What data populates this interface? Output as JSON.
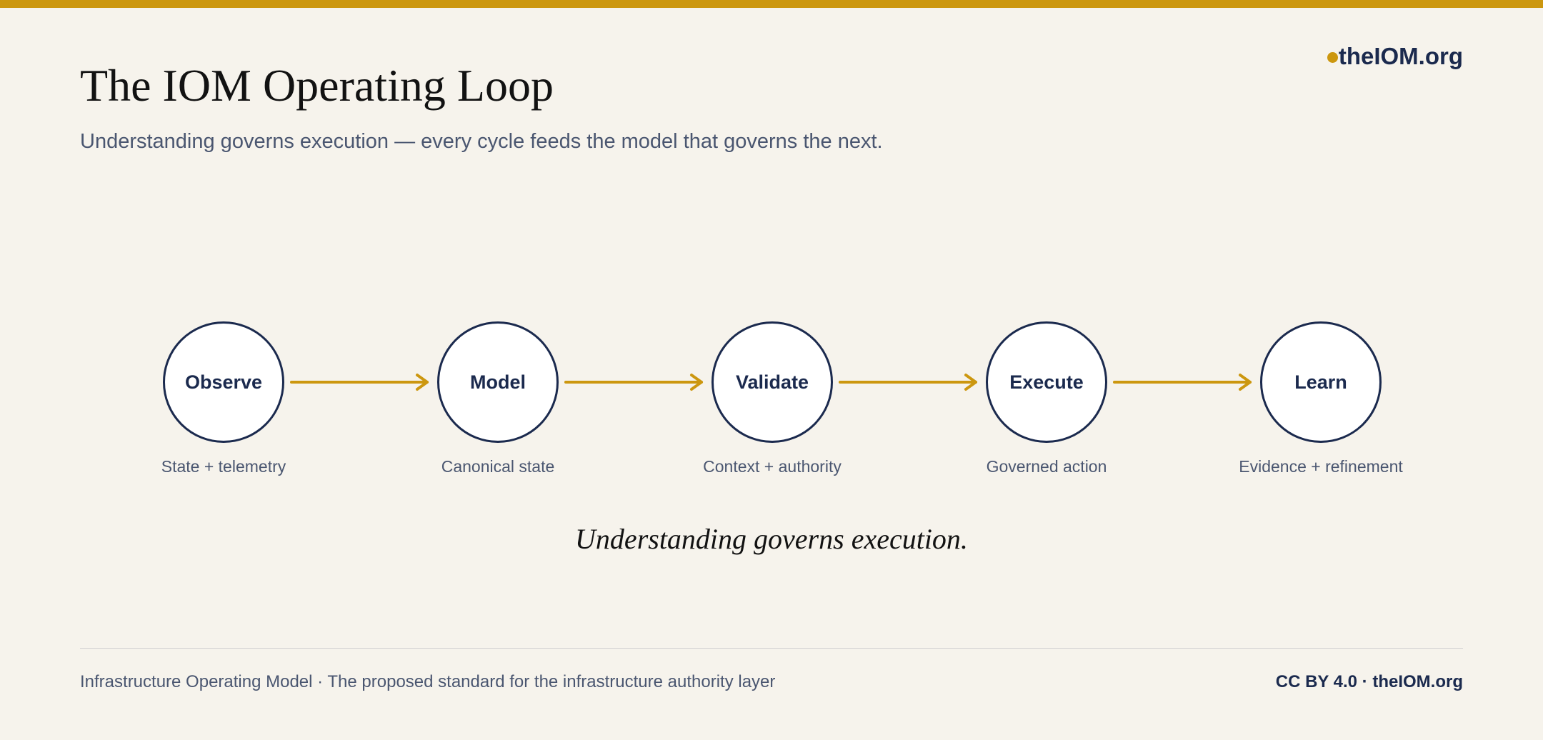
{
  "brand": {
    "name": "theIOM.org",
    "accent_color": "#cc970f",
    "primary_color": "#1b2a4e"
  },
  "header": {
    "title": "The IOM Operating Loop",
    "subtitle": "Understanding governs execution — every cycle feeds the model that governs the next."
  },
  "loop": {
    "stages": [
      {
        "label": "Observe",
        "caption": "State + telemetry"
      },
      {
        "label": "Model",
        "caption": "Canonical state"
      },
      {
        "label": "Validate",
        "caption": "Context + authority"
      },
      {
        "label": "Execute",
        "caption": "Governed action"
      },
      {
        "label": "Learn",
        "caption": "Evidence + refinement"
      }
    ],
    "connector": "arrow"
  },
  "tagline": "Understanding governs execution.",
  "footer": {
    "left": "Infrastructure Operating Model · The proposed standard for the infrastructure authority layer",
    "right": "CC BY 4.0 · theIOM.org"
  }
}
